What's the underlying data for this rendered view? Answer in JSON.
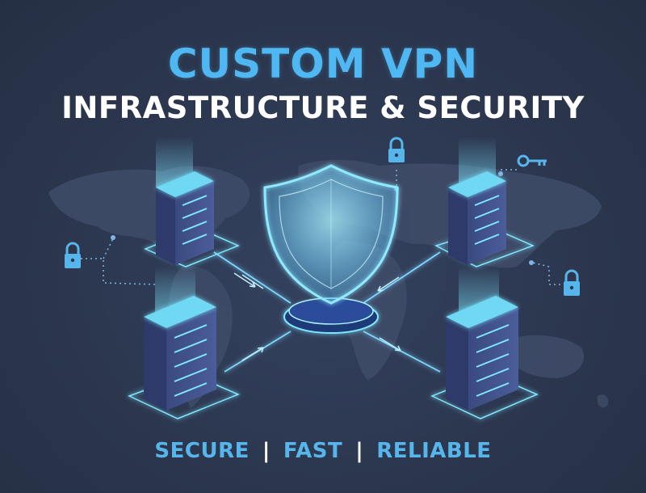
{
  "title": {
    "main": "CUSTOM VPN",
    "sub": "INFRASTRUCTURE & SECURITY"
  },
  "tagline": {
    "items": [
      "SECURE",
      "FAST",
      "RELIABLE"
    ],
    "separator": "|"
  },
  "icons": [
    "padlock-icon",
    "key-icon",
    "shield-icon",
    "server-rack-icon",
    "world-map"
  ],
  "colors": {
    "background": "#2b364d",
    "accent": "#4fb8f2",
    "glow": "#7fe8ff",
    "server": "#3f4f86",
    "title_sub": "#ffffff"
  }
}
